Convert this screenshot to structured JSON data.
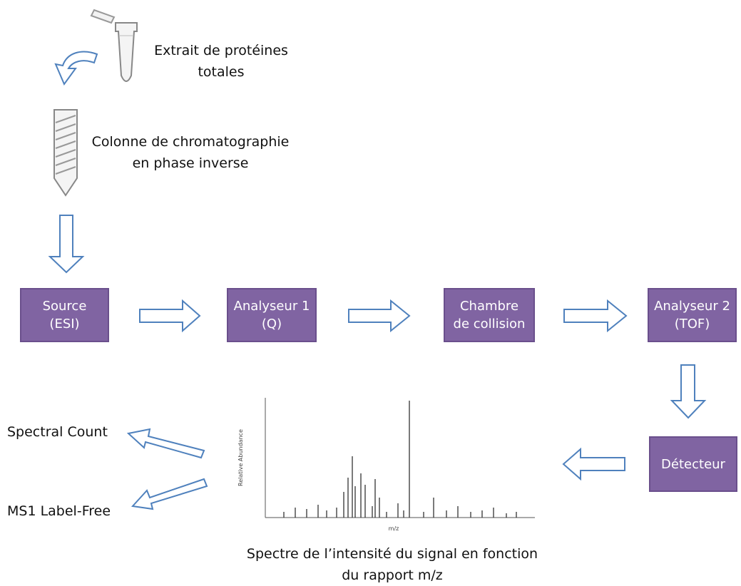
{
  "inputs": {
    "extract": {
      "line1": "Extrait de protéines",
      "line2": "totales"
    },
    "column": {
      "line1": "Colonne de chromatographie",
      "line2": "en phase inverse"
    }
  },
  "instrument": {
    "source": {
      "line1": "Source",
      "line2": "(ESI)"
    },
    "analyzer1": {
      "line1": "Analyseur 1",
      "line2": "(Q)"
    },
    "collision": {
      "line1": "Chambre",
      "line2": "de collision"
    },
    "analyzer2": {
      "line1": "Analyseur 2",
      "line2": "(TOF)"
    },
    "detector": {
      "label": "Détecteur"
    }
  },
  "outputs": {
    "spectral_count": "Spectral Count",
    "ms1_label_free": "MS1 Label-Free"
  },
  "spectrum": {
    "ylabel": "Relative Abundance",
    "xlabel": "m/z",
    "caption_line1": "Spectre de l’intensité du signal en fonction",
    "caption_line2": "du rapport m/z"
  },
  "colors": {
    "box_fill": "#8064a2",
    "box_text": "#ffffff",
    "arrow_stroke": "#4f81bd"
  }
}
